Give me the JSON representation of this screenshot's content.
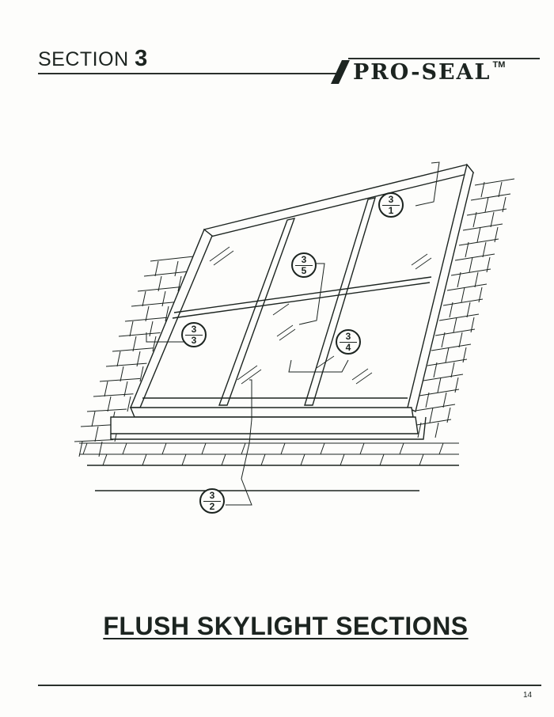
{
  "header": {
    "section_label": "SECTION",
    "section_number": "3",
    "brand": "PRO-SEAL",
    "trademark": "TM"
  },
  "callouts": [
    {
      "num": "3",
      "den": "1"
    },
    {
      "num": "3",
      "den": "5"
    },
    {
      "num": "3",
      "den": "3"
    },
    {
      "num": "3",
      "den": "4"
    },
    {
      "num": "3",
      "den": "2"
    }
  ],
  "title": "FLUSH SKYLIGHT SECTIONS",
  "page_number": "14"
}
